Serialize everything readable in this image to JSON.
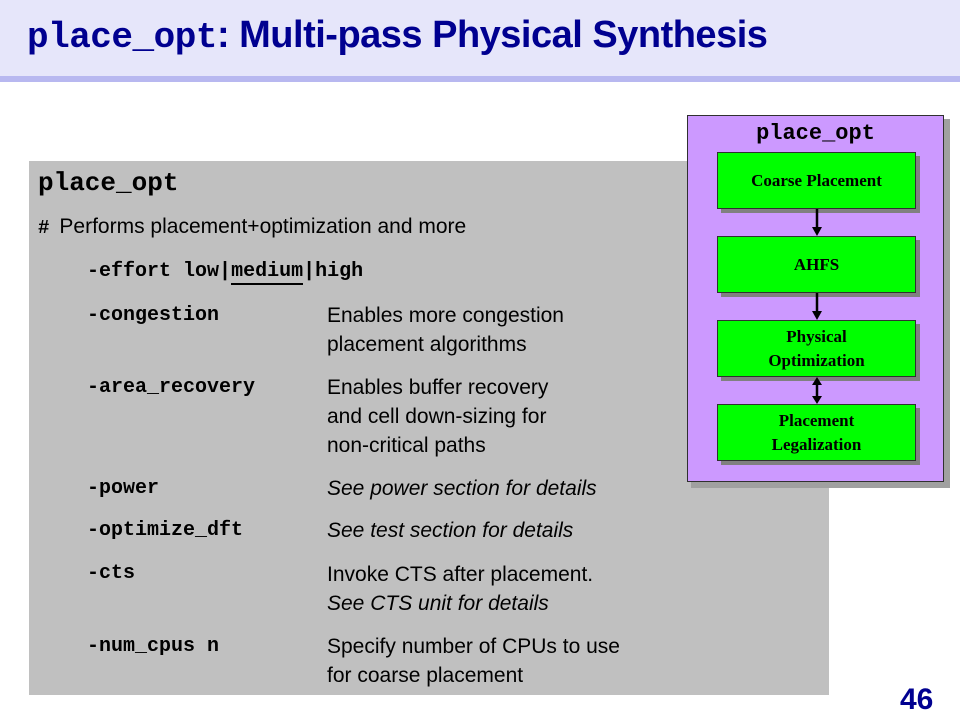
{
  "slide": {
    "title_command": "place_opt",
    "title_rest": ": Multi-pass Physical Synthesis",
    "page_number": "46",
    "colors": {
      "title_text": "#000090",
      "title_band": "#e6e6fa",
      "title_rule": "#b8b8f0",
      "command_box": "#c0c0c0",
      "flow_box": "#cc99ff",
      "flow_node": "#00ff00"
    }
  },
  "command": {
    "name": "place_opt",
    "comment_marker": "#",
    "comment": "Performs placement+optimization and more",
    "effort": {
      "flag": "-effort",
      "low": "low",
      "sep1": "|",
      "medium": "medium",
      "sep2": "|",
      "high": "high",
      "default": "medium"
    },
    "options": [
      {
        "flag": "-congestion",
        "desc_lines": [
          "Enables more congestion",
          "placement algorithms"
        ],
        "italic": [
          false,
          false
        ]
      },
      {
        "flag": "-area_recovery",
        "desc_lines": [
          "Enables buffer recovery",
          "and cell down-sizing for",
          "non-critical paths"
        ],
        "italic": [
          false,
          false,
          false
        ]
      },
      {
        "flag": "-power",
        "desc_lines": [
          "See power section for details"
        ],
        "italic": [
          true
        ]
      },
      {
        "flag": "-optimize_dft",
        "desc_lines": [
          "See test section for details"
        ],
        "italic": [
          true
        ]
      },
      {
        "flag": "-cts",
        "desc_lines": [
          "Invoke CTS after placement.",
          "See CTS unit for details"
        ],
        "italic": [
          false,
          true
        ]
      },
      {
        "flag": "-num_cpus n",
        "desc_lines": [
          "Specify number of CPUs to use",
          "for coarse placement"
        ],
        "italic": [
          false,
          false
        ]
      }
    ]
  },
  "flow": {
    "title": "place_opt",
    "nodes": [
      {
        "label_lines": [
          "Coarse Placement"
        ]
      },
      {
        "label_lines": [
          "AHFS"
        ]
      },
      {
        "label_lines": [
          "Physical",
          "Optimization"
        ]
      },
      {
        "label_lines": [
          "Placement",
          "Legalization"
        ]
      }
    ],
    "connectors": [
      {
        "from": "Coarse Placement",
        "to": "AHFS",
        "type": "one-way"
      },
      {
        "from": "AHFS",
        "to": "Physical Optimization",
        "type": "one-way"
      },
      {
        "from": "Physical Optimization",
        "to": "Placement Legalization",
        "type": "two-way"
      }
    ]
  }
}
